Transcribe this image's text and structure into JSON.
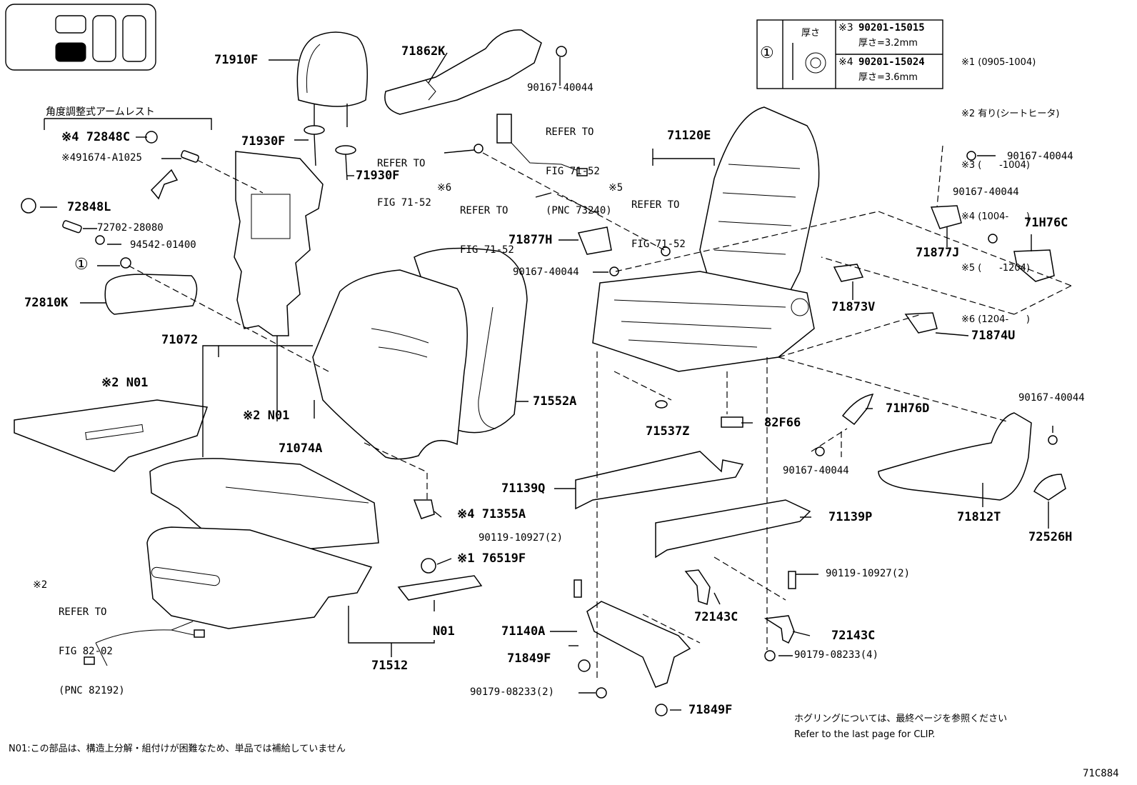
{
  "diagram": {
    "id": "71C884",
    "parts": [
      {
        "name": "71910F",
        "type": "headrest"
      },
      {
        "name": "71862K",
        "type": "side-cover"
      },
      {
        "name": "90167-40044",
        "type": "screw"
      },
      {
        "name": "71930F",
        "type": "headrest-support"
      },
      {
        "name": "71930F",
        "type": "headrest-support"
      },
      {
        "name": "71120E",
        "type": "seat-frame"
      },
      {
        "name": "71877H",
        "type": "bracket"
      },
      {
        "name": "90167-40044",
        "type": "screw"
      },
      {
        "name": "71877J",
        "type": "bracket"
      },
      {
        "name": "71H76C",
        "type": "cover"
      },
      {
        "name": "71873V",
        "type": "bracket"
      },
      {
        "name": "71874U",
        "type": "bracket"
      },
      {
        "name": "71552A",
        "type": "seatback-pad"
      },
      {
        "name": "71074A",
        "type": "seatback-cover"
      },
      {
        "name": "71072",
        "type": "seat-cushion"
      },
      {
        "name": "72810K",
        "type": "armrest"
      },
      {
        "name": "72848C",
        "type": "cap"
      },
      {
        "name": "72848L",
        "type": "cap"
      },
      {
        "name": "72702-28080",
        "type": "bolt"
      },
      {
        "name": "94542-01400",
        "type": "nut"
      },
      {
        "name": "71537Z",
        "type": "clip"
      },
      {
        "name": "82F66",
        "type": "clip"
      },
      {
        "name": "71H76D",
        "type": "lever"
      },
      {
        "name": "71812T",
        "type": "shield"
      },
      {
        "name": "72526H",
        "type": "knob"
      },
      {
        "name": "71139Q",
        "type": "rail"
      },
      {
        "name": "71139P",
        "type": "rail"
      },
      {
        "name": "71355A",
        "type": "clip"
      },
      {
        "name": "76519F",
        "type": "plug"
      },
      {
        "name": "71512",
        "type": "cushion-pad"
      },
      {
        "name": "71140A",
        "type": "rail"
      },
      {
        "name": "71849F",
        "type": "cap"
      },
      {
        "name": "72143C",
        "type": "bracket"
      },
      {
        "name": "90119-10927",
        "type": "bolt"
      },
      {
        "name": "90179-08233",
        "type": "nut"
      }
    ],
    "refs": {
      "fig_71_52_a": [
        "REFER TO",
        "FIG 71-52",
        "(PNC 73240)"
      ],
      "fig_71_52_b": [
        "REFER TO",
        "FIG 71-52"
      ],
      "fig_71_52_c": [
        "REFER TO",
        "FIG 71-52"
      ],
      "fig_71_52_d": [
        "REFER TO",
        "FIG 71-52"
      ],
      "fig_82_02": [
        "REFER TO",
        "FIG 82-02",
        "(PNC 82192)"
      ]
    }
  },
  "labels": {
    "p71910F": "71910F",
    "p71862K": "71862K",
    "p90167_a": "90167-40044",
    "p71930F_a": "71930F",
    "p71930F_b": "71930F",
    "p71120E": "71120E",
    "p71877H": "71877H",
    "p90167_b": "90167-40044",
    "p90167_c": "90167-40044",
    "p90167_d": "90167-40044",
    "p71877J": "71877J",
    "p71H76C": "71H76C",
    "p71873V": "71873V",
    "p71874U": "71874U",
    "p71552A": "71552A",
    "p71074A": "71074A",
    "p71072": "71072",
    "p72810K": "72810K",
    "p72848C": "※4 72848C",
    "p491674": "※491674-A1025",
    "p72848L": "72848L",
    "p72702": "72702-28080",
    "p94542": "94542-01400",
    "p71537Z": "71537Z",
    "p82F66": "82F66",
    "p71H76D": "71H76D",
    "p90167_e": "90167-40044",
    "p90167_f": "90167-40044",
    "p71812T": "71812T",
    "p72526H": "72526H",
    "p71139Q": "71139Q",
    "p71139P": "71139P",
    "p71355A": "※4 71355A",
    "p76519F": "※1 76519F",
    "p71512": "71512",
    "pN01_a": "※2 N01",
    "pN01_b": "※2 N01",
    "pN01_c": "N01",
    "p71140A": "71140A",
    "p71849F_a": "71849F",
    "p71849F_b": "71849F",
    "p72143C_a": "72143C",
    "p72143C_b": "72143C",
    "p90119_a": "90119-10927(2)",
    "p90119_b": "90119-10927(2)",
    "p90179_a": "90179-08233(2)",
    "p90179_b": "90179-08233(4)",
    "armrest_title": "角度調整式アームレスト",
    "ref6_mark": "※6",
    "ref5_mark": "※5",
    "ref2_mark": "※2",
    "circle_one": "①"
  },
  "spec_table": {
    "col_label": "厚さ",
    "rows": [
      {
        "mark": "※3",
        "part": "90201-15015",
        "thickness": "厚さ=3.2mm"
      },
      {
        "mark": "※4",
        "part": "90201-15024",
        "thickness": "厚さ=3.6mm"
      }
    ]
  },
  "notes": [
    "※1 (0905-1004)",
    "※2 有り(シートヒータ)",
    "※3 (      -1004)",
    "※4 (1004-      )",
    "※5 (      -1204)",
    "※6 (1204-      )"
  ],
  "footer": {
    "n01_note": "N01:この部品は、構造上分解・組付けが困難なため、単品では補給していません",
    "clip_note_jp": "ホグリングについては、最終ページを参照ください",
    "clip_note_en": "Refer to the last page for CLIP.",
    "figure_id": "71C884"
  }
}
